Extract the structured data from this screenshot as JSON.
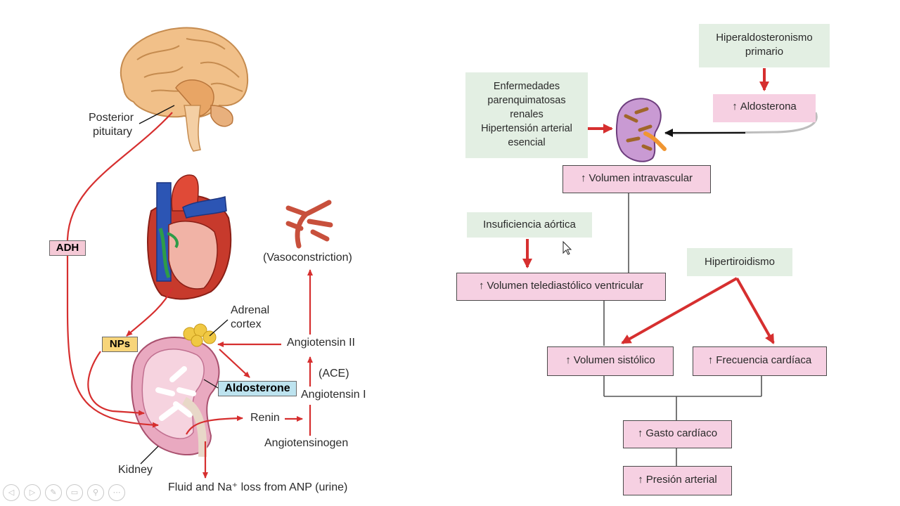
{
  "left": {
    "posterior_pituitary": [
      "Posterior",
      "pituitary"
    ],
    "adh": "ADH",
    "nps": "NPs",
    "adrenal_cortex": [
      "Adrenal",
      "cortex"
    ],
    "aldosterone": "Aldosterone",
    "vasoconstriction": "(Vasoconstriction)",
    "angiotensin_ii": "Angiotensin II",
    "ace": "(ACE)",
    "angiotensin_i": "Angiotensin I",
    "renin": "Renin",
    "angiotensinogen": "Angiotensinogen",
    "kidney": "Kidney",
    "fluid_loss": "Fluid and Na⁺ loss from ANP (urine)"
  },
  "right": {
    "hiperaldo": [
      "Hiperaldosteronismo",
      "primario"
    ],
    "enfermedades": [
      "Enfermedades",
      "parenquimatosas",
      "renales",
      "Hipertensión arterial",
      "esencial"
    ],
    "aldosterona": "Aldosterona",
    "volumen_intravascular": "Volumen intravascular",
    "insuficiencia": "Insuficiencia aórtica",
    "volumen_telediastolico": "Volumen telediastólico ventricular",
    "hipertiroidismo": "Hipertiroidismo",
    "volumen_sistolico": "Volumen sistólico",
    "frecuencia": "Frecuencia cardíaca",
    "gasto": "Gasto cardíaco",
    "presion": "Presión arterial",
    "up_arrow": "↑"
  },
  "colors": {
    "arrow_red": "#d62f2f",
    "pink_box": "#f6d0e2",
    "green_box": "#e3efe3",
    "aldosterone_box": "#bde3ef",
    "nps_box": "#f7d57a",
    "adh_box": "#f5c9d6"
  },
  "toolbar": {
    "icons": [
      "prev-icon",
      "next-icon",
      "pen-icon",
      "slides-icon",
      "zoom-icon",
      "more-icon"
    ],
    "glyphs": [
      "◁",
      "▷",
      "✎",
      "▭",
      "⚲",
      "⋯"
    ]
  }
}
